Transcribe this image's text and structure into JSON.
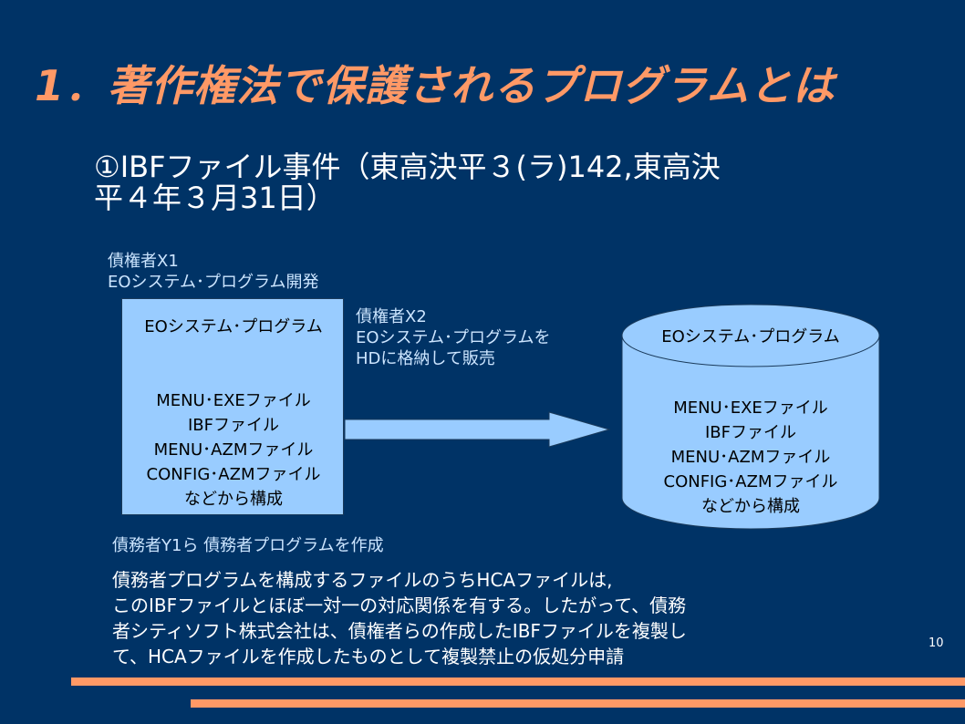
{
  "title": "1．著作権法で保護されるプログラムとは",
  "subtitle": {
    "line1": "①IBFファイル事件（東高決平３(ラ)142,東高決",
    "line2": "平４年３月31日）"
  },
  "party_x1": {
    "name": "債権者X1",
    "action": "EOシステム･プログラム開発"
  },
  "party_x2": {
    "name": "債権者X2",
    "action1": "EOシステム･プログラムを",
    "action2": "HDに格納して販売"
  },
  "source_box": {
    "title": "EOシステム･プログラム",
    "lines": [
      "MENU･EXEファイル",
      "IBFファイル",
      "MENU･AZMファイル",
      "CONFIG･AZMファイル",
      "などから構成"
    ]
  },
  "disk": {
    "title": "EOシステム･プログラム",
    "lines": [
      "MENU･EXEファイル",
      "IBFファイル",
      "MENU･AZMファイル",
      "CONFIG･AZMファイル",
      "などから構成"
    ]
  },
  "party_y1": {
    "text": "債務者Y1ら  債務者プログラムを作成"
  },
  "body": {
    "lines": [
      "債務者プログラムを構成するファイルのうちHCAファイルは,",
      "このIBFファイルとほぼ一対一の対応関係を有する。したがって、債務",
      "者シティソフト株式会社は、債権者らの作成したIBFファイルを複製し",
      "て、HCAファイルを作成したものとして複製禁止の仮処分申請"
    ]
  },
  "page_number": "10",
  "colors": {
    "background": "#003366",
    "title": "#FF9966",
    "box_fill": "#99CCFF",
    "note_text": "#CCE5FF",
    "accent_bar": "#FF9966"
  }
}
